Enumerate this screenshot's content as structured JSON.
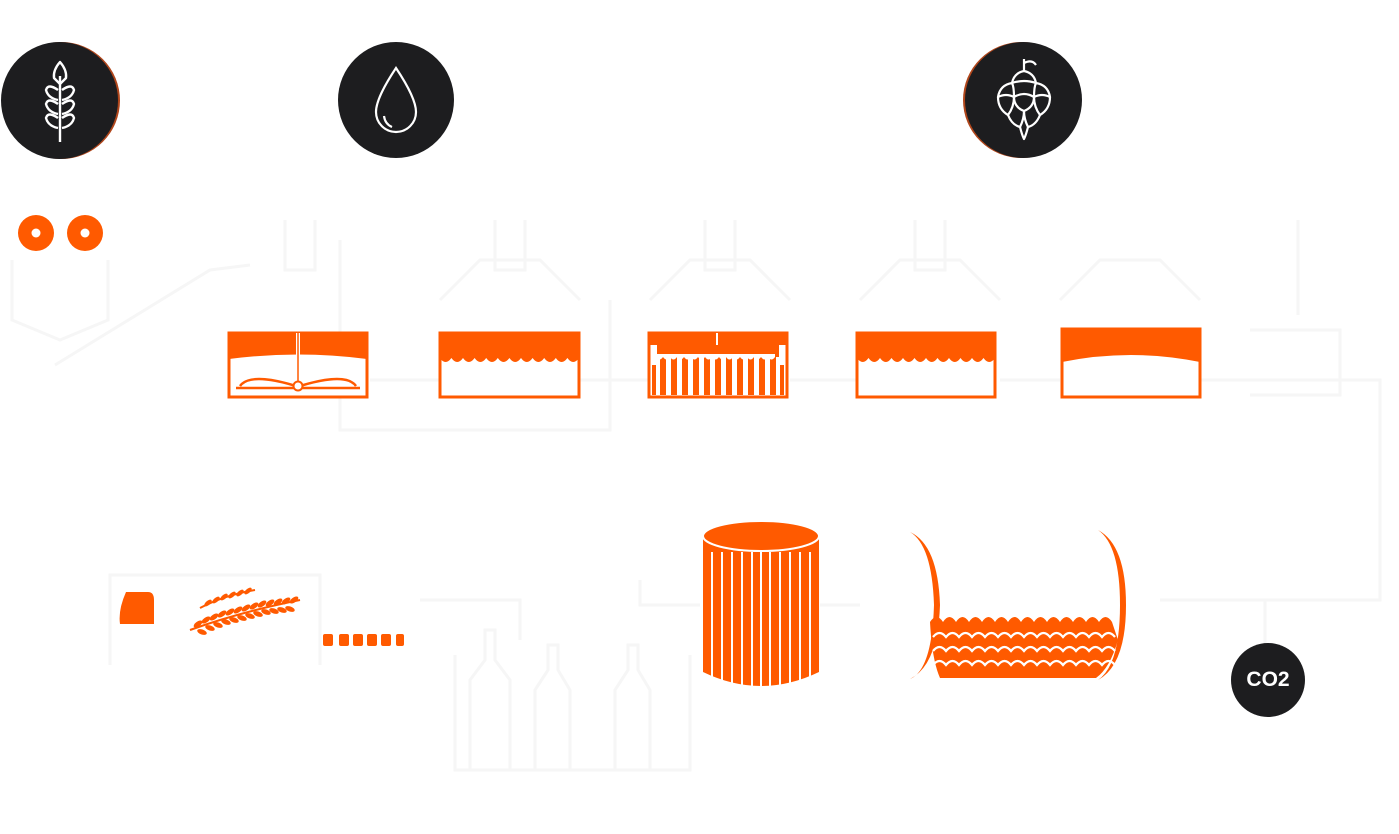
{
  "diagram": {
    "accent_color": "#ff5a00",
    "dark_color": "#1d1d1f",
    "ingredients": [
      {
        "name": "grain",
        "icon": "wheat-icon"
      },
      {
        "name": "water",
        "icon": "water-drop-icon"
      },
      {
        "name": "hops",
        "icon": "hop-cone-icon"
      }
    ],
    "vessels": [
      {
        "id": "vessel-1",
        "icon": "mixer-tank-icon"
      },
      {
        "id": "vessel-2",
        "icon": "wave-tank-icon"
      },
      {
        "id": "vessel-3",
        "icon": "filter-tank-icon"
      },
      {
        "id": "vessel-4",
        "icon": "wave-tank-icon"
      },
      {
        "id": "vessel-5",
        "icon": "curved-fill-tank-icon"
      }
    ],
    "lower": [
      {
        "id": "delivery-truck",
        "icon": "truck-with-wheat-icon"
      },
      {
        "id": "conveyor",
        "icon": "dashed-conveyor-icon"
      },
      {
        "id": "bottles",
        "icon": "bottles-icon"
      },
      {
        "id": "storage-cylinder",
        "icon": "cylinder-tank-icon"
      },
      {
        "id": "fermenter",
        "icon": "horizontal-fermenter-icon"
      }
    ],
    "co2_label": "CO2"
  }
}
